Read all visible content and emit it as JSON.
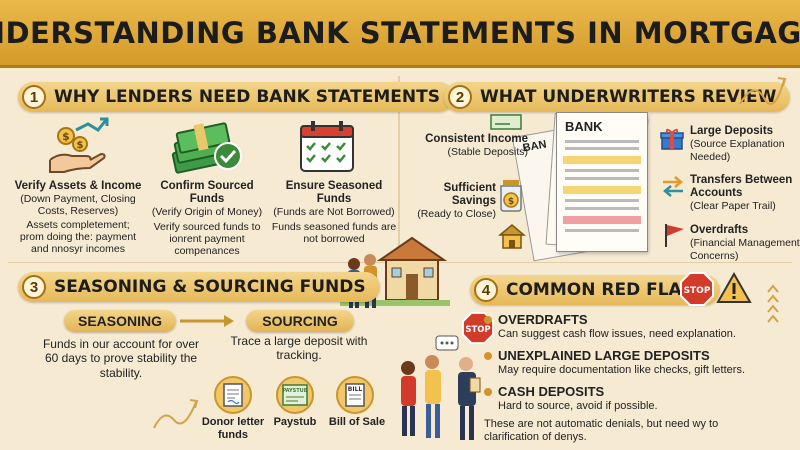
{
  "title": "UNDERSTANDING BANK STATEMENTS IN MORTGAGES",
  "sections": {
    "s1": {
      "num": "1",
      "title": "WHY LENDERS NEED BANK STATEMENTS",
      "columns": [
        {
          "heading": "Verify Assets & Income",
          "sub": "(Down Payment, Closing Costs, Reserves)",
          "desc": "Assets completement; prom doing the: payment and nnosyr incomes",
          "icon": "hand-coins-icon"
        },
        {
          "heading": "Confirm Sourced Funds",
          "sub": "(Verify Origin of Money)",
          "desc": "Verify sourced funds to ionrent payment compenances",
          "icon": "cash-check-icon"
        },
        {
          "heading": "Ensure Seasoned Funds",
          "sub": "(Funds are Not Borrowed)",
          "desc": "Funds seasoned funds are not borrowed",
          "icon": "calendar-check-icon"
        }
      ]
    },
    "s2": {
      "num": "2",
      "title": "WHAT UNDERWRITERS REVIEW",
      "doc_label": "BANK",
      "doc_label_back": "BAN",
      "items": {
        "consistent": {
          "heading": "Consistent Income",
          "sub": "(Stable Deposits)"
        },
        "savings": {
          "heading": "Sufficient Savings",
          "sub": "(Ready to Close)"
        },
        "large": {
          "heading": "Large Deposits",
          "sub": "(Source Explanation Needed)"
        },
        "transfers": {
          "heading": "Transfers Between Accounts",
          "sub": "(Clear Paper Trail)"
        },
        "overdrafts": {
          "heading": "Overdrafts",
          "sub": "(Financial Management Concerns)"
        }
      }
    },
    "s3": {
      "num": "3",
      "title": "SEASONING & SOURCING FUNDS",
      "seasoning": {
        "label": "SEASONING",
        "desc": "Funds in our account for over 60 days to prove stability the stability."
      },
      "sourcing": {
        "label": "SOURCING",
        "desc": "Trace a large deposit with tracking."
      },
      "docs": [
        {
          "label": "Donor letter funds",
          "icon": "letter-icon"
        },
        {
          "label": "Paystub",
          "icon": "paystub-icon",
          "tag": "PAYSTUB"
        },
        {
          "label": "Bill of Sale",
          "icon": "bill-icon",
          "tag": "BILL"
        }
      ]
    },
    "s4": {
      "num": "4",
      "title": "COMMON RED FLAGS",
      "stop_text": "STOP",
      "flags": [
        {
          "heading": "OVERDRAFTS",
          "desc": "Can suggest cash flow issues, need explanation."
        },
        {
          "heading": "UNEXPLAINED LARGE DEPOSITS",
          "desc": "May require documentation like checks, gift letters."
        },
        {
          "heading": "CASH DEPOSITS",
          "desc": "Hard to source, avoid if possible."
        }
      ],
      "footnote": "These are not automatic denials, but need wy to clarification of denys."
    }
  },
  "colors": {
    "gold": "#e3b452",
    "red": "#d23a2a",
    "green": "#3d8a3a",
    "cream": "#f6ead3"
  }
}
